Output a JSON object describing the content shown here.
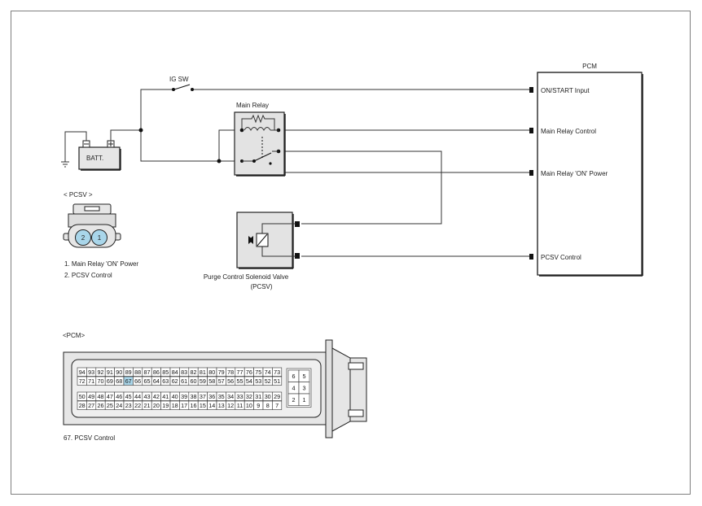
{
  "pcm": {
    "title": "PCM",
    "pins": [
      "ON/START Input",
      "Main Relay Control",
      "Main Relay 'ON' Power",
      "PCSV Control"
    ]
  },
  "ig_sw": "IG SW",
  "battery": "BATT.",
  "main_relay": "Main Relay",
  "pcsv": {
    "name_line1": "Purge Control Solenoid Valve",
    "name_line2": "(PCSV)"
  },
  "pcsv_connector": {
    "title": "< PCSV    >",
    "pin_labels": [
      "2",
      "1"
    ],
    "legend": [
      "1.   Main Relay 'ON' Power",
      "2.   PCSV Control"
    ]
  },
  "pcm_connector": {
    "title": "<PCM>",
    "row1": [
      "94",
      "93",
      "92",
      "91",
      "90",
      "89",
      "88",
      "87",
      "86",
      "85",
      "84",
      "83",
      "82",
      "81",
      "80",
      "79",
      "78",
      "77",
      "76",
      "75",
      "74",
      "73"
    ],
    "row2": [
      "72",
      "71",
      "70",
      "69",
      "68",
      "67",
      "66",
      "65",
      "64",
      "63",
      "62",
      "61",
      "60",
      "59",
      "58",
      "57",
      "56",
      "55",
      "54",
      "53",
      "52",
      "51"
    ],
    "row3": [
      "50",
      "49",
      "48",
      "47",
      "46",
      "45",
      "44",
      "43",
      "42",
      "41",
      "40",
      "39",
      "38",
      "37",
      "36",
      "35",
      "34",
      "33",
      "32",
      "31",
      "30",
      "29"
    ],
    "row4": [
      "28",
      "27",
      "26",
      "25",
      "24",
      "23",
      "22",
      "21",
      "20",
      "19",
      "18",
      "17",
      "16",
      "15",
      "14",
      "13",
      "12",
      "11",
      "10",
      "9",
      "8",
      "7"
    ],
    "side": [
      [
        "6",
        "5"
      ],
      [
        "4",
        "3"
      ],
      [
        "2",
        "1"
      ]
    ],
    "highlight": "67",
    "highlight_color": "#a9d6ea",
    "legend": "67. PCSV Control"
  }
}
